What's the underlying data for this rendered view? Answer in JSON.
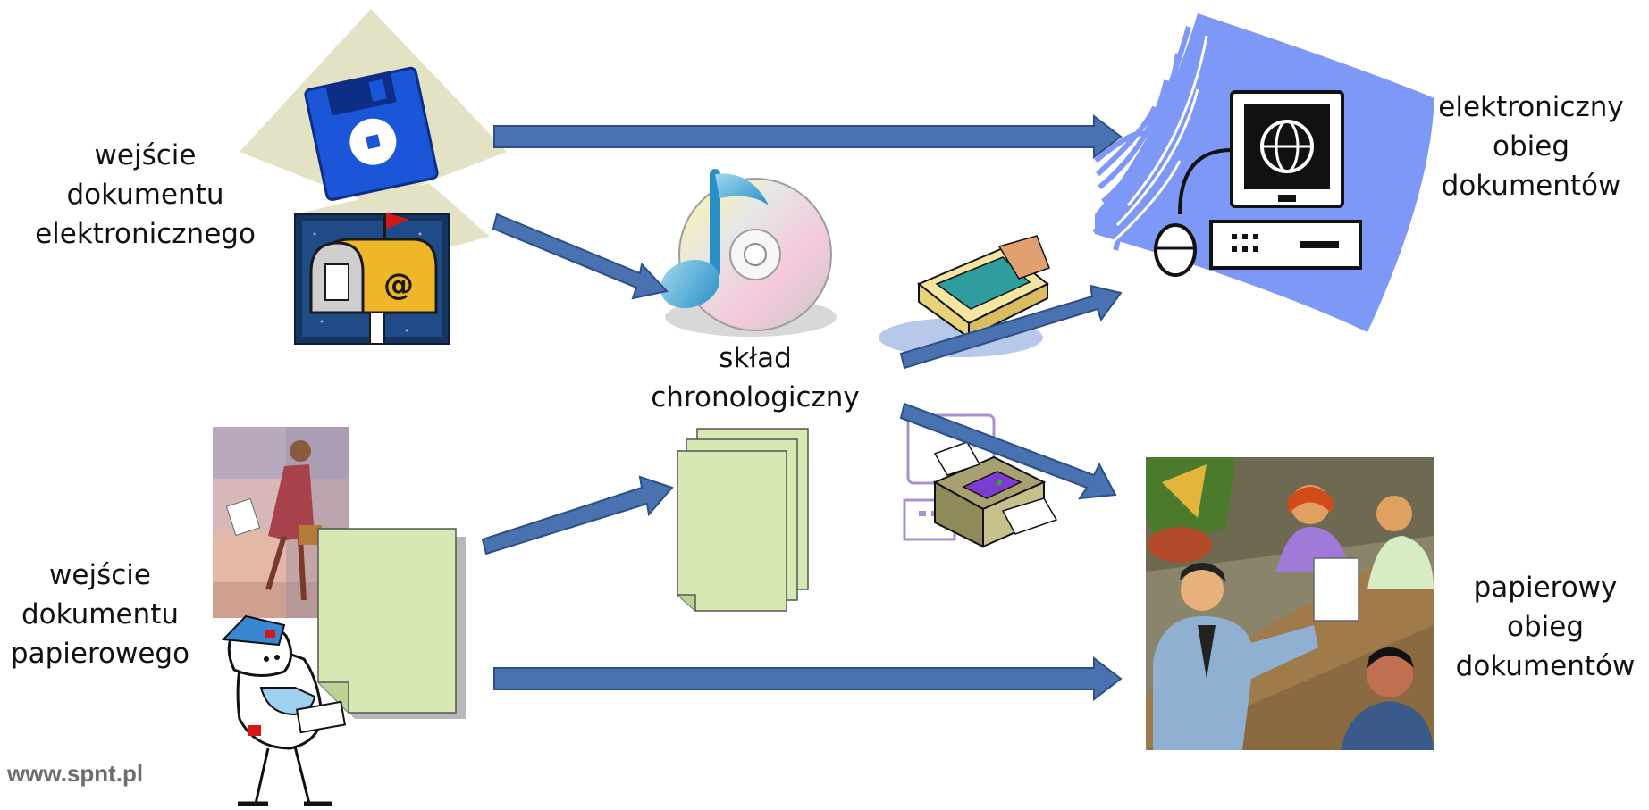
{
  "labels": {
    "input_electronic": [
      "wejście",
      "dokumentu",
      "elektronicznego"
    ],
    "input_paper": [
      "wejście",
      "dokumentu",
      "papierowego"
    ],
    "registry": [
      "skład",
      "chronologiczny"
    ],
    "flow_electronic": [
      "elektroniczny",
      "obieg",
      "dokumentów"
    ],
    "flow_paper": [
      "papierowy",
      "obieg",
      "dokumentów"
    ]
  },
  "footer": "www.spnt.pl",
  "icons": {
    "floppy": "floppy-disk-icon",
    "mailbox": "email-mailbox-icon",
    "cd": "music-cd-icon",
    "scanner": "scanner-icon",
    "printer": "printer-icon",
    "computer": "computer-globe-icon",
    "courier": "courier-mailman-icon",
    "woman": "woman-with-document-icon",
    "meeting": "office-meeting-icon"
  },
  "colors": {
    "arrow": "#4a72b0",
    "paper": "#d7e9b2",
    "floppy": "#1b55d8",
    "swoosh": "#7d98f6"
  }
}
